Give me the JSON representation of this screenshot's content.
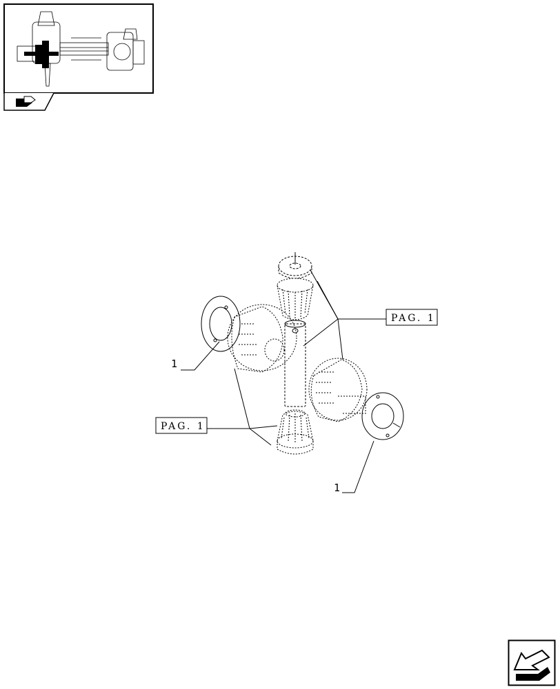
{
  "thumbnail": {
    "icon": "axle-assembly-thumbnail"
  },
  "callouts": {
    "pag_top": "PAG. 1",
    "pag_left": "PAG. 1",
    "ref_left": "1",
    "ref_bottom": "1"
  },
  "navigation": {
    "icon": "next-page-arrow-icon"
  },
  "colors": {
    "ink": "#000000",
    "background": "#ffffff"
  }
}
